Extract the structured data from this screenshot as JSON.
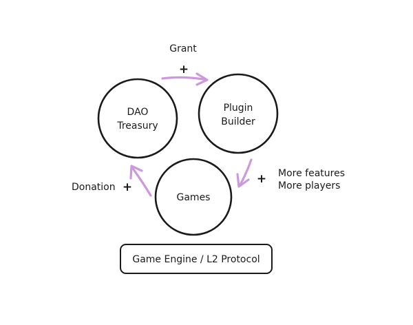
{
  "nodes": {
    "dao_treasury": {
      "line1": "DAO",
      "line2": "Treasury"
    },
    "plugin_builder": {
      "line1": "Plugin",
      "line2": "Builder"
    },
    "games": {
      "label": "Games"
    }
  },
  "edges": {
    "grant": {
      "label": "Grant",
      "sign": "+"
    },
    "features": {
      "line1": "More features",
      "line2": "More players",
      "sign": "+"
    },
    "donation": {
      "label": "Donation",
      "sign": "+"
    }
  },
  "foundation": {
    "label": "Game Engine / L2 Protocol"
  },
  "colors": {
    "arrow": "#cc99dd",
    "stroke": "#1a1a1a",
    "text": "#1a1a1a"
  }
}
